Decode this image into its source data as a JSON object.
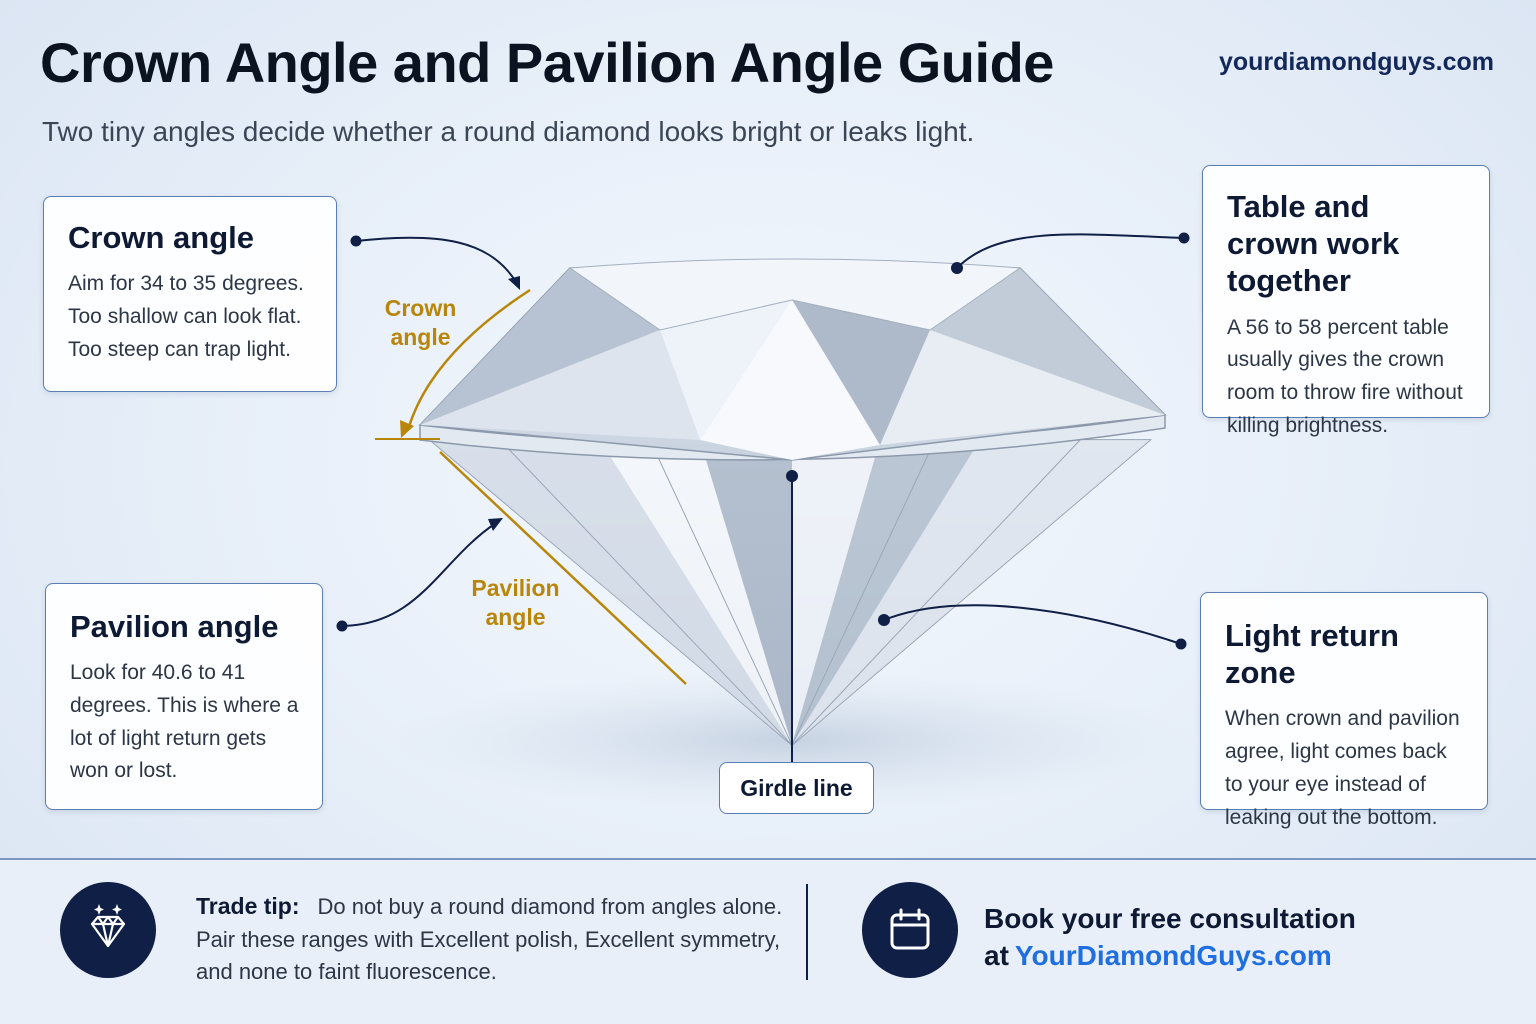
{
  "header": {
    "title": "Crown Angle and Pavilion Angle Guide",
    "brand": "yourdiamondguys.com",
    "subtitle": "Two tiny angles decide whether a round diamond looks bright or leaks light."
  },
  "cards": {
    "crown": {
      "heading": "Crown angle",
      "text": "Aim for 34 to 35 degrees. Too shallow can look flat. Too steep can trap light."
    },
    "pavilion": {
      "heading": "Pavilion angle",
      "text": "Look for 40.6 to 41 degrees. This is where a lot of light return gets won or lost."
    },
    "table": {
      "heading": "Table and crown work together",
      "text": "A 56 to 58 percent table usually gives the crown room to throw fire without killing brightness."
    },
    "light": {
      "heading": "Light return zone",
      "text": "When crown and pavilion agree, light comes back to your eye instead of leaking out the bottom."
    }
  },
  "diagram": {
    "crown_label": "Crown angle",
    "pavilion_label": "Pavilion angle",
    "girdle_label": "Girdle line",
    "accent_color": "#b8860b",
    "line_color": "#0f1f45"
  },
  "footer": {
    "tip_label": "Trade tip:",
    "tip_text": "Do not buy a round diamond from angles alone. Pair these ranges with Excellent polish, Excellent symmetry, and none to faint fluorescence.",
    "cta_line1": "Book your free consultation",
    "cta_prefix": "at",
    "cta_link": "YourDiamondGuys.com",
    "icons": [
      "diamond-icon",
      "calendar-icon"
    ]
  }
}
